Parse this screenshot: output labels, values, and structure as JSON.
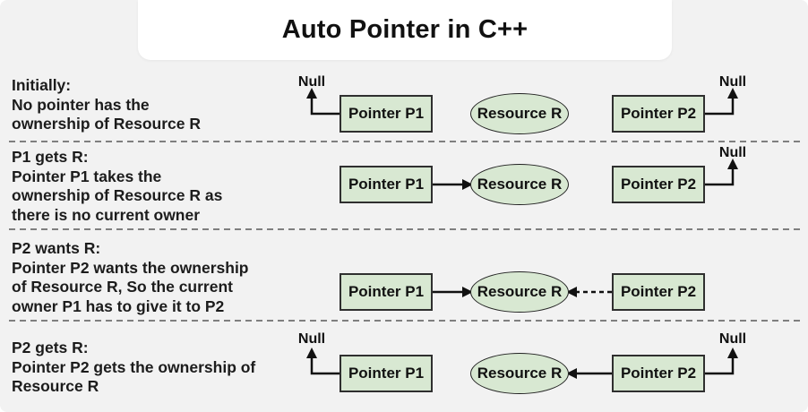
{
  "title": "Auto Pointer in C++",
  "labels": {
    "null": "Null"
  },
  "nodes": {
    "p1": "Pointer P1",
    "resource": "Resource R",
    "p2": "Pointer P2"
  },
  "rows": [
    {
      "id": "initially",
      "description": "Initially:\nNo pointer has the\nownership of Resource R",
      "p1_points_to": "Null",
      "p2_points_to": "Null"
    },
    {
      "id": "p1-gets-r",
      "description": "P1 gets R:\nPointer P1 takes the\nownership of Resource R as\nthere is no current owner",
      "p1_points_to": "Resource R",
      "p2_points_to": "Null"
    },
    {
      "id": "p2-wants-r",
      "description": "P2 wants R:\nPointer P2 wants the ownership\nof Resource R, So the current\nowner P1 has to give it to P2",
      "p1_points_to": "Resource R",
      "p2_points_to": "Resource R (dashed request)"
    },
    {
      "id": "p2-gets-r",
      "description": "P2 gets R:\nPointer P2 gets the ownership of\nResource R",
      "p1_points_to": "Null",
      "p2_points_to": "Resource R"
    }
  ],
  "colors": {
    "background": "#f2f2f2",
    "card": "#ffffff",
    "node_fill": "#d8e8d2",
    "node_border": "#2f2f2f",
    "text": "#111111",
    "separator": "#7f7f7f"
  }
}
